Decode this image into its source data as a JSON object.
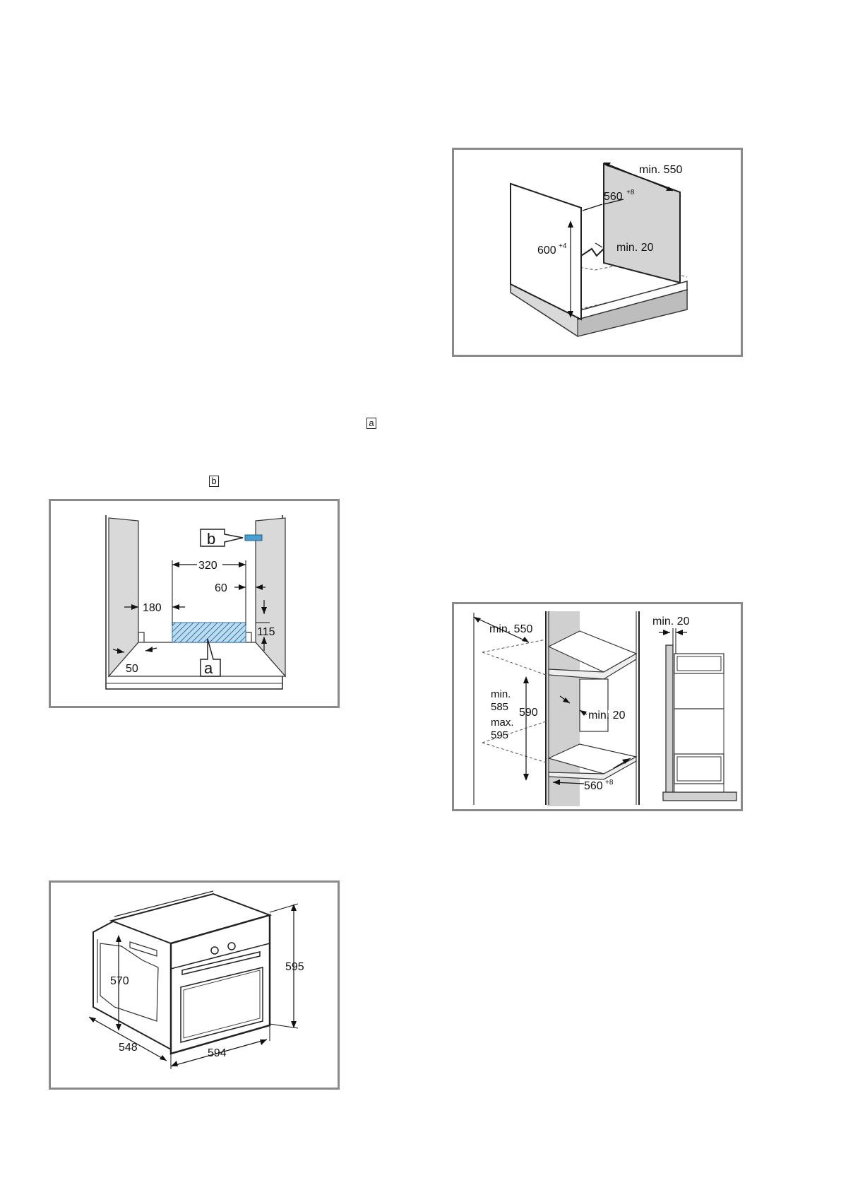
{
  "markers": {
    "a": "a",
    "b": "b"
  },
  "fig_under_counter": {
    "depth_min": "min. 550",
    "width_main": "560",
    "width_sup": "+8",
    "height_main": "600",
    "height_sup": "+4",
    "gap_min": "min. 20"
  },
  "fig_socket": {
    "label_b": "b",
    "label_a": "a",
    "dim_320": "320",
    "dim_60": "60",
    "dim_180": "180",
    "dim_115": "115",
    "dim_50": "50",
    "hatch_color": "#6fa8d8",
    "bracket_color": "#4a9fd0"
  },
  "fig_tall_unit": {
    "depth_min": "min. 550",
    "side_gap_min": "min. 20",
    "height_min_label": "min.",
    "height_min_value": "585",
    "height_value": "590",
    "height_max_label": "max.",
    "height_max_value": "595",
    "rear_gap_min": "min. 20",
    "width_main": "560",
    "width_sup": "+8"
  },
  "fig_appliance": {
    "height": "595",
    "width": "594",
    "depth": "548",
    "inner_depth": "570"
  }
}
